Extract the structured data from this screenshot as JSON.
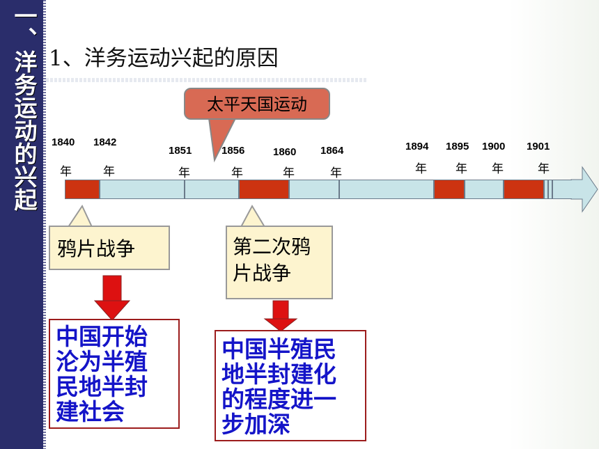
{
  "sidebar": {
    "title": "一、洋务运动的兴起"
  },
  "heading": "1、洋务运动兴起的原因",
  "callouts": {
    "taiping": "太平天国运动",
    "opium_war": "鸦片战争",
    "second_opium_war_line1": "第二次鸦",
    "second_opium_war_line2": "片战争"
  },
  "years": [
    "1840",
    "1842",
    "1851",
    "1856",
    "1860",
    "1864",
    "1894",
    "1895",
    "1900",
    "1901"
  ],
  "year_suffix": "年",
  "results": {
    "first": [
      "中国开始",
      "沦为半殖",
      "民地半封",
      "建社会"
    ],
    "second": [
      "中国半殖民",
      "地半封建化",
      "的程度进一",
      "步加深"
    ]
  },
  "colors": {
    "sidebar": "#2a2d6b",
    "war_segment": "#cc3311",
    "peace_segment": "#c8e4e8",
    "arrow": "#dd1111",
    "result_text": "#1414c8"
  }
}
